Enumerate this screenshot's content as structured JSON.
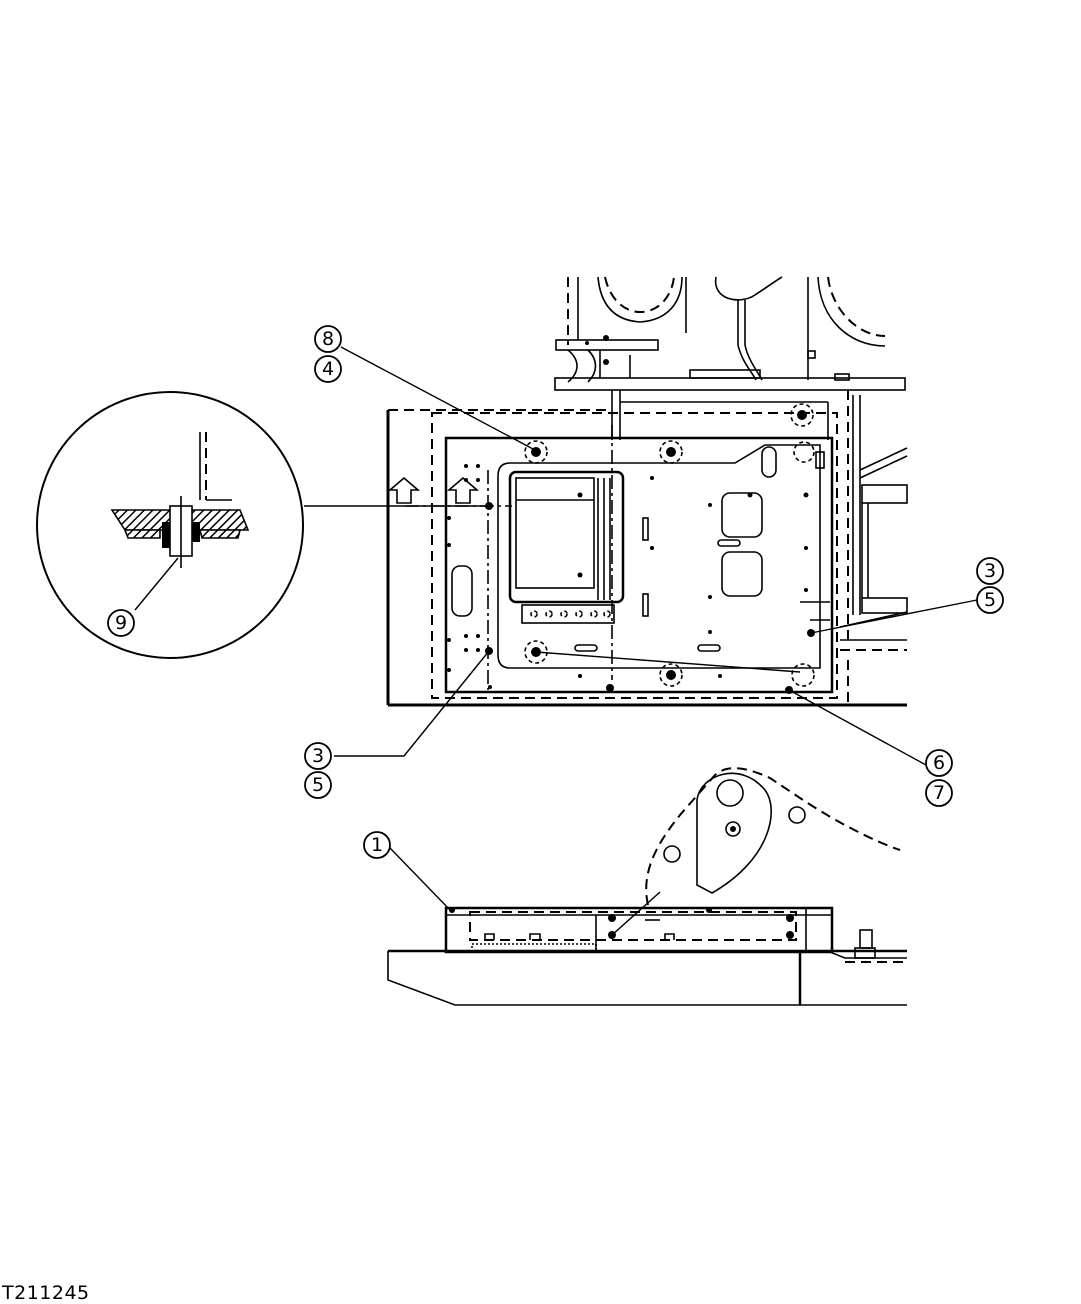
{
  "figure_id": "T211245",
  "callouts": [
    {
      "id": "c8",
      "label": "8"
    },
    {
      "id": "c4",
      "label": "4"
    },
    {
      "id": "c9",
      "label": "9"
    },
    {
      "id": "c3a",
      "label": "3"
    },
    {
      "id": "c5a",
      "label": "5"
    },
    {
      "id": "c3b",
      "label": "3"
    },
    {
      "id": "c5b",
      "label": "5"
    },
    {
      "id": "c6",
      "label": "6"
    },
    {
      "id": "c7",
      "label": "7"
    },
    {
      "id": "c1",
      "label": "1"
    }
  ]
}
